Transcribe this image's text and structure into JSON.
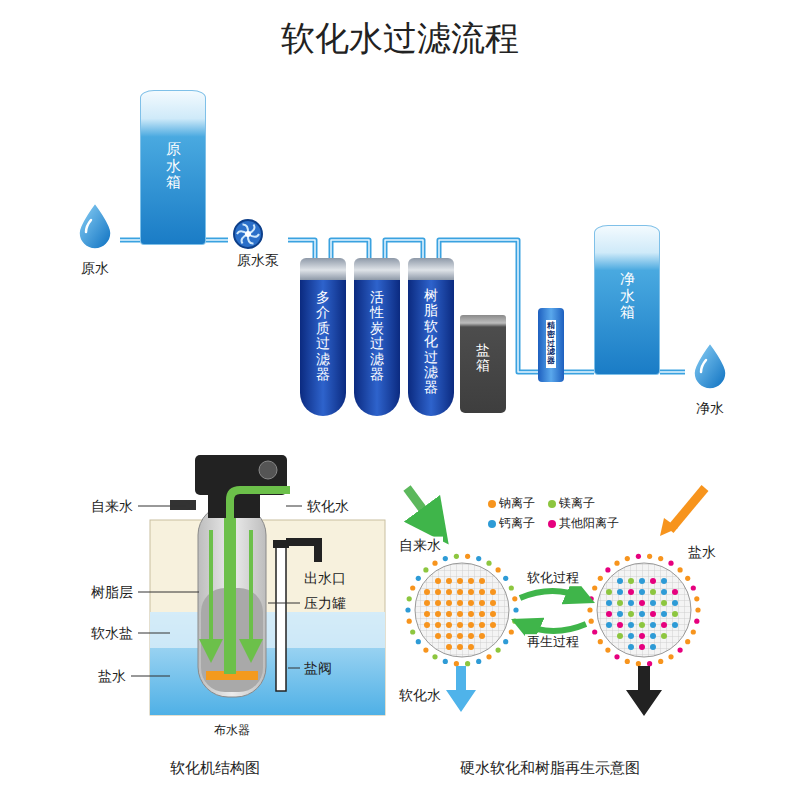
{
  "diagram": {
    "title": "软化水过滤流程",
    "nodes": [
      {
        "text": [
          "原水"
        ]
      },
      {
        "text": [
          "原水箱"
        ]
      },
      {
        "text": [
          "原水泵"
        ]
      },
      {
        "text": [
          "多介质过滤器"
        ]
      },
      {
        "text": [
          "活性炭过滤器"
        ]
      },
      {
        "text": [
          "树脂软化过滤器"
        ]
      },
      {
        "text": [
          "盐箱"
        ]
      },
      {
        "text": [
          "精密过滤器"
        ]
      },
      {
        "text": [
          "净水箱"
        ]
      },
      {
        "text": [
          "净水"
        ]
      }
    ],
    "edges": [
      {
        "from": 0,
        "to": 1,
        "arrow": "none"
      },
      {
        "from": 1,
        "to": 2,
        "arrow": "none"
      },
      {
        "from": 2,
        "to": 3,
        "arrow": "none"
      },
      {
        "from": 3,
        "to": 4,
        "arrow": "none"
      },
      {
        "from": 4,
        "to": 5,
        "arrow": "none"
      },
      {
        "from": 5,
        "to": 7,
        "arrow": "none"
      },
      {
        "from": 7,
        "to": 8,
        "arrow": "none"
      },
      {
        "from": 8,
        "to": 9,
        "arrow": "none"
      }
    ],
    "labels": [
      "自来水",
      "软化水",
      "树脂层",
      "软水盐",
      "盐水",
      "出水口",
      "压力罐",
      "盐阀",
      "布水器",
      "软化机结构图",
      "自来水",
      "盐水",
      "软化过程",
      "再生过程",
      "软化水",
      "硬水软化和树脂再生示意图"
    ],
    "legend": [
      {
        "text": "钠离子",
        "color": "#f7941d"
      },
      {
        "text": "镁离子",
        "color": "#8dc63f"
      },
      {
        "text": "钙离子",
        "color": "#2e9bd6"
      },
      {
        "text": "其他阳离子",
        "color": "#e6007e"
      }
    ]
  }
}
